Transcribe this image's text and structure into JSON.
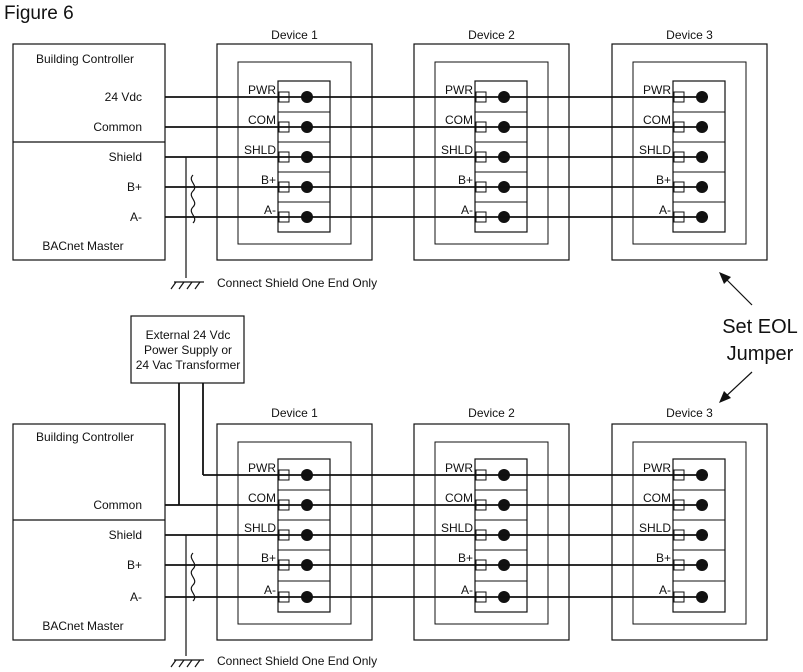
{
  "figure_title": "Figure 6",
  "diagrams": [
    {
      "controller": {
        "title": "Building Controller",
        "labels": [
          "24 Vdc",
          "Common",
          "Shield",
          "B+",
          "A-"
        ],
        "footer": "BACnet Master"
      },
      "devices": [
        "Device 1",
        "Device 2",
        "Device 3"
      ],
      "ground_note": "Connect Shield One End Only"
    },
    {
      "power_supply": {
        "lines": [
          "External 24 Vdc",
          "Power Supply or",
          "24 Vac Transformer"
        ]
      },
      "controller": {
        "title": "Building Controller",
        "labels": [
          "",
          "Common",
          "Shield",
          "B+",
          "A-"
        ],
        "footer": "BACnet Master"
      },
      "devices": [
        "Device 1",
        "Device 2",
        "Device 3"
      ],
      "ground_note": "Connect Shield One End Only"
    }
  ],
  "terminals": [
    "PWR",
    "COM",
    "SHLD",
    "B+",
    "A-"
  ],
  "eol_note": {
    "line1": "Set EOL",
    "line2": "Jumper"
  }
}
